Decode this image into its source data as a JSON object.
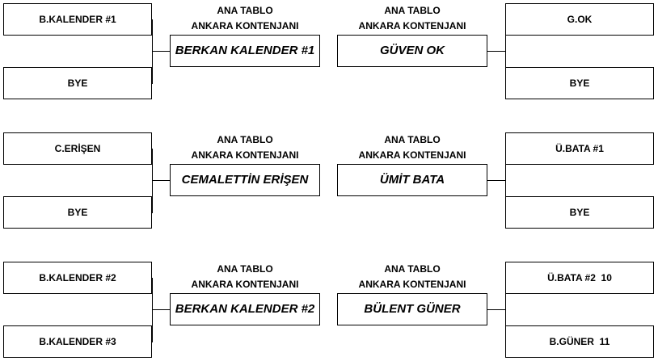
{
  "brackets": [
    {
      "left": {
        "top_entry": "B.KALENDER #1",
        "bottom_entry": "BYE",
        "stage_line1": "ANA TABLO",
        "stage_line2": "ANKARA KONTENJANI",
        "winner": "BERKAN KALENDER #1"
      },
      "right": {
        "top_entry": "G.OK",
        "bottom_entry": "BYE",
        "stage_line1": "ANA TABLO",
        "stage_line2": "ANKARA KONTENJANI",
        "winner": "GÜVEN OK"
      }
    },
    {
      "left": {
        "top_entry": "C.ERİŞEN",
        "bottom_entry": "BYE",
        "stage_line1": "ANA TABLO",
        "stage_line2": "ANKARA KONTENJANI",
        "winner": "CEMALETTİN ERİŞEN"
      },
      "right": {
        "top_entry": "Ü.BATA #1",
        "bottom_entry": "BYE",
        "stage_line1": "ANA TABLO",
        "stage_line2": "ANKARA KONTENJANI",
        "winner": "ÜMİT BATA"
      }
    },
    {
      "left": {
        "top_entry": "B.KALENDER #2",
        "bottom_entry": "B.KALENDER #3",
        "stage_line1": "ANA TABLO",
        "stage_line2": "ANKARA KONTENJANI",
        "winner": "BERKAN KALENDER #2"
      },
      "right": {
        "top_entry": "Ü.BATA #2  10",
        "bottom_entry": "B.GÜNER  11",
        "stage_line1": "ANA TABLO",
        "stage_line2": "ANKARA KONTENJANI",
        "winner": "BÜLENT GÜNER"
      }
    }
  ]
}
